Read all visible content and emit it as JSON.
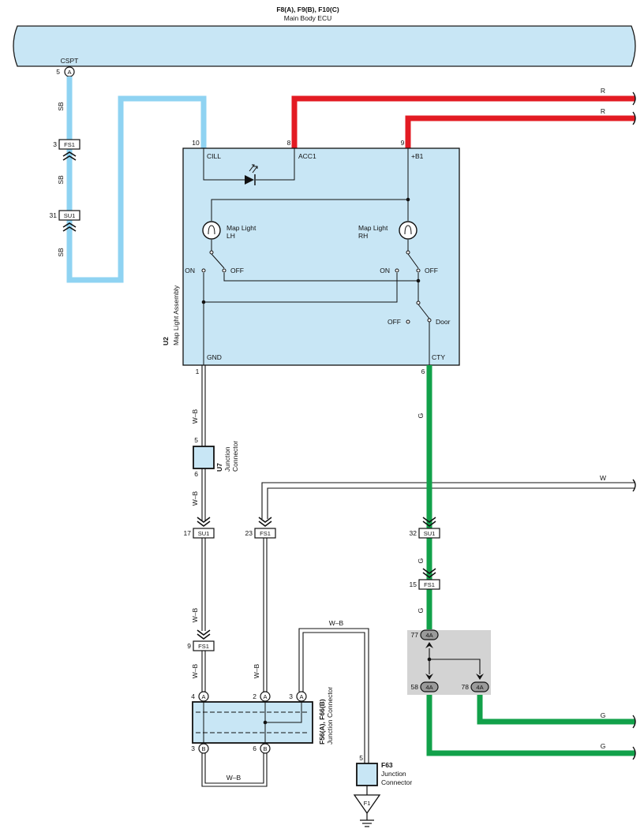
{
  "colors": {
    "sb": "#8fd3f2",
    "red": "#e31b23",
    "green": "#12a14a",
    "component_fill": "#c8e6f5",
    "junction_gray": "#d3d3d3"
  },
  "ecu": {
    "ids": "F8(A), F9(B), F10(C)",
    "name": "Main Body ECU",
    "pin_name": "CSPT",
    "pin_number": "5",
    "pin_letter": "A"
  },
  "map_light_assembly": {
    "id": "U2",
    "name": "Map Light Assembly",
    "terminals": {
      "cill": {
        "num": "10",
        "label": "CILL"
      },
      "acc1": {
        "num": "8",
        "label": "ACC1"
      },
      "b1": {
        "num": "9",
        "label": "+B1"
      },
      "gnd": {
        "num": "1",
        "label": "GND"
      },
      "cty": {
        "num": "6",
        "label": "CTY"
      }
    },
    "lamp_lh": {
      "line1": "Map Light",
      "line2": "LH"
    },
    "lamp_rh": {
      "line1": "Map Light",
      "line2": "RH"
    },
    "switch_labels": {
      "on_left": "ON",
      "off_left": "OFF",
      "on_right": "ON",
      "off_right": "OFF",
      "off_door": "OFF",
      "door": "Door"
    }
  },
  "wire_colors": {
    "sb": "SB",
    "r": "R",
    "g": "G",
    "w": "W",
    "wb": "W–B"
  },
  "connectors": {
    "fs1_top": {
      "num": "3",
      "label": "FS1"
    },
    "su1_top": {
      "num": "31",
      "label": "SU1"
    },
    "su1_left": {
      "num": "17",
      "label": "SU1"
    },
    "fs1_mid": {
      "num": "23",
      "label": "FS1"
    },
    "fs1_left_low": {
      "num": "9",
      "label": "FS1"
    },
    "su1_right": {
      "num": "32",
      "label": "SU1"
    },
    "fs1_right": {
      "num": "15",
      "label": "FS1"
    }
  },
  "u7": {
    "id": "U7",
    "line1": "Junction",
    "line2": "Connector",
    "pin_top": "5",
    "pin_bottom": "6"
  },
  "f56": {
    "id": "F56(A), F66(B)",
    "line1": "Junction Connector",
    "pins_top": [
      {
        "num": "4",
        "letter": "A"
      },
      {
        "num": "2",
        "letter": "A"
      },
      {
        "num": "3",
        "letter": "A"
      }
    ],
    "pins_bottom": [
      {
        "num": "3",
        "letter": "B"
      },
      {
        "num": "6",
        "letter": "B"
      }
    ]
  },
  "f63": {
    "id": "F63",
    "line1": "Junction",
    "line2": "Connector",
    "pin": "5"
  },
  "ground": {
    "label": "F1"
  },
  "junction_4a": {
    "label": "4A",
    "pins": [
      "77",
      "58",
      "78"
    ]
  }
}
